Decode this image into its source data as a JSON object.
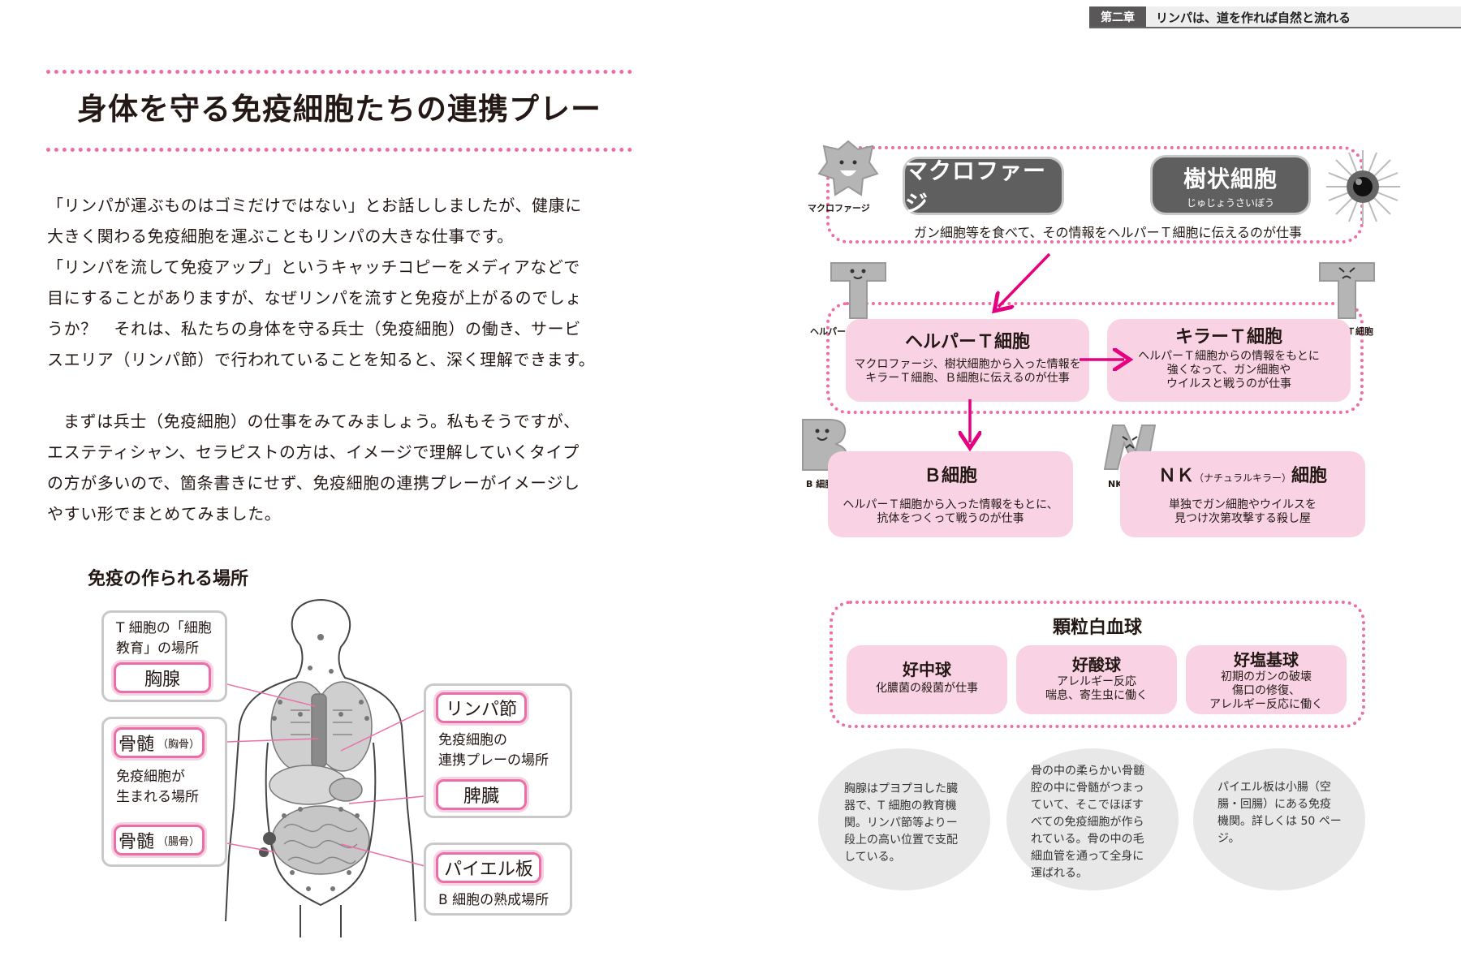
{
  "header": {
    "chapter_tag": "第二章",
    "chapter_title": "リンパは、道を作れば自然と流れる"
  },
  "left": {
    "title": "身体を守る免疫細胞たちの連携プレー",
    "paragraph1": [
      "「リンパが運ぶものはゴミだけではない」とお話ししましたが、健康に",
      "大きく関わる免疫細胞を運ぶこともリンパの大きな仕事です。",
      "「リンパを流して免疫アップ」というキャッチコピーをメディアなどで",
      "目にすることがありますが、なぜリンパを流すと免疫が上がるのでしょ",
      "うか？　それは、私たちの身体を守る兵士（免疫細胞）の働き、サービ",
      "スエリア（リンパ節）で行われていることを知ると、深く理解できます。"
    ],
    "paragraph2": [
      "まずは兵士（免疫細胞）の仕事をみてみましょう。私もそうですが、",
      "エステティシャン、セラピストの方は、イメージで理解していくタイプ",
      "の方が多いので、箇条書きにせず、免疫細胞の連携プレーがイメージし",
      "やすい形でまとめてみました。"
    ],
    "figure_heading": "免疫の作られる場所",
    "thymus": {
      "desc1": "T 細胞の「細胞",
      "desc2": "教育」の場所",
      "label": "胸腺"
    },
    "marrow": {
      "label": "骨髄",
      "chest": "（胸骨）",
      "desc1": "免疫細胞が",
      "desc2": "生まれる場所",
      "ilium": "（腸骨）"
    },
    "lymph": {
      "label": "リンパ節",
      "desc1": "免疫細胞の",
      "desc2": "連携プレーの場所",
      "spleen": "脾臓"
    },
    "peyer": {
      "label": "パイエル板",
      "desc": "B 細胞の熟成場所"
    }
  },
  "right": {
    "macrophage": {
      "caption": "マクロファージ",
      "label": "マクロファージ"
    },
    "dendritic": {
      "label": "樹状細胞",
      "ruby": "じゅじょうさいぼう"
    },
    "top_desc": "ガン細胞等を食べて、その情報をヘルパーＴ細胞に伝えるのが仕事",
    "helper": {
      "caption": "ヘルパーＴ細胞",
      "label": "ヘルパーＴ細胞",
      "desc1": "マクロファージ、樹状細胞から入った情報を",
      "desc2": "キラーＴ細胞、Ｂ細胞に伝えるのが仕事"
    },
    "killer": {
      "caption": "キラーＴ細胞",
      "label": "キラーＴ細胞",
      "desc1": "ヘルパーＴ細胞からの情報をもとに",
      "desc2": "強くなって、ガン細胞や",
      "desc3": "ウイルスと戦うのが仕事"
    },
    "bcell": {
      "caption": "B 細胞",
      "label": "Ｂ細胞",
      "desc1": "ヘルパーＴ細胞から入った情報をもとに、",
      "desc2": "抗体をつくって戦うのが仕事"
    },
    "nk": {
      "caption": "NK 細胞",
      "label_a": "ＮＫ",
      "label_b": "（ナチュラルキラー）",
      "label_c": "細胞",
      "desc1": "単独でガン細胞やウイルスを",
      "desc2": "見つけ次第攻撃する殺し屋"
    },
    "granulocyte": {
      "title": "顆粒白血球",
      "neutrophil": {
        "label": "好中球",
        "desc1": "化膿菌の殺菌が仕事"
      },
      "eosinophil": {
        "label": "好酸球",
        "desc1": "アレルギー反応",
        "desc2": "喘息、寄生虫に働く"
      },
      "basophil": {
        "label": "好塩基球",
        "desc1": "初期のガンの破壊",
        "desc2": "傷口の修復、",
        "desc3": "アレルギー反応に働く"
      }
    },
    "notes": {
      "thymus": [
        "胸腺はプヨプヨした臓",
        "器で、T 細胞の教育機",
        "関。リンパ節等よりー",
        "段上の高い位置で支配",
        "している。"
      ],
      "marrow": [
        "骨の中の柔らかい骨髄",
        "腔の中に骨髄がつまっ",
        "ていて、そこでほぼす",
        "べての免疫細胞が作ら",
        "れている。骨の中の毛",
        "細血管を通って全身に",
        "運ばれる。"
      ],
      "peyer": [
        "パイエル板は小腸（空",
        "腸・回腸）にある免疫",
        "機関。詳しくは 50 ペー",
        "ジ。"
      ]
    }
  }
}
